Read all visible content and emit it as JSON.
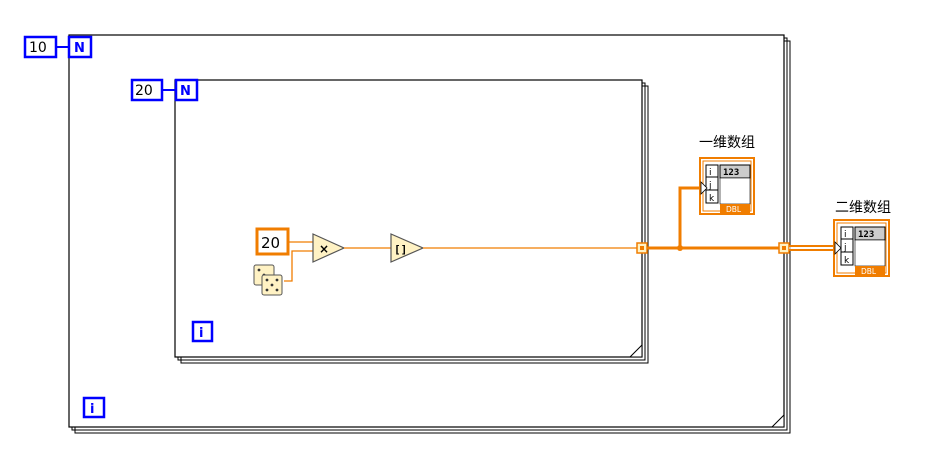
{
  "outer_loop": {
    "count": "10",
    "n_terminal": "N",
    "i_terminal": "i"
  },
  "inner_loop": {
    "count": "20",
    "n_terminal": "N",
    "i_terminal": "i"
  },
  "constant": {
    "value": "20"
  },
  "multiply_node": {
    "symbol": "×"
  },
  "round_node": {
    "symbol": "[]"
  },
  "indicator_1d": {
    "label": "一维数组",
    "type_text": "123",
    "dtype": "DBL",
    "index_i": "i",
    "index_j": "j",
    "index_k": "k"
  },
  "indicator_2d": {
    "label": "二维数组",
    "type_text": "123",
    "dtype": "DBL",
    "index_i": "i",
    "index_j": "j",
    "index_k": "k"
  },
  "colors": {
    "wire_orange": "#f07d00",
    "loop_blue": "#0000ff",
    "frame_dark": "#000000",
    "node_fill": "#fff2c4"
  }
}
